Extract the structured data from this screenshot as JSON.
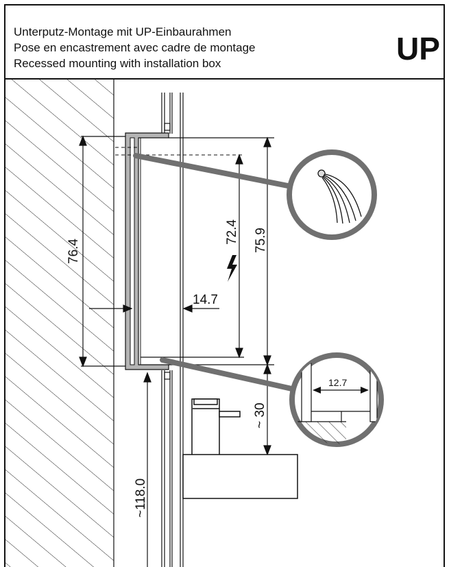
{
  "header": {
    "lines": [
      "Unterputz-Montage mit UP-Einbaurahmen",
      "Pose en encastrement avec cadre de montage",
      "Recessed mounting with installation box"
    ],
    "badge": "UP"
  },
  "dimensions": {
    "outer_height": "76.4",
    "inner_height": "72.4",
    "box_height": "75.9",
    "depth": "14.7",
    "basin_gap": "~ 30",
    "floor_height": "~118.0",
    "detail_width": "12.7"
  },
  "colors": {
    "frame": "#9a9a9a",
    "leader": "#707070",
    "line": "#111111"
  },
  "icons": [
    "lightning-icon",
    "cable-bundle-icon"
  ]
}
